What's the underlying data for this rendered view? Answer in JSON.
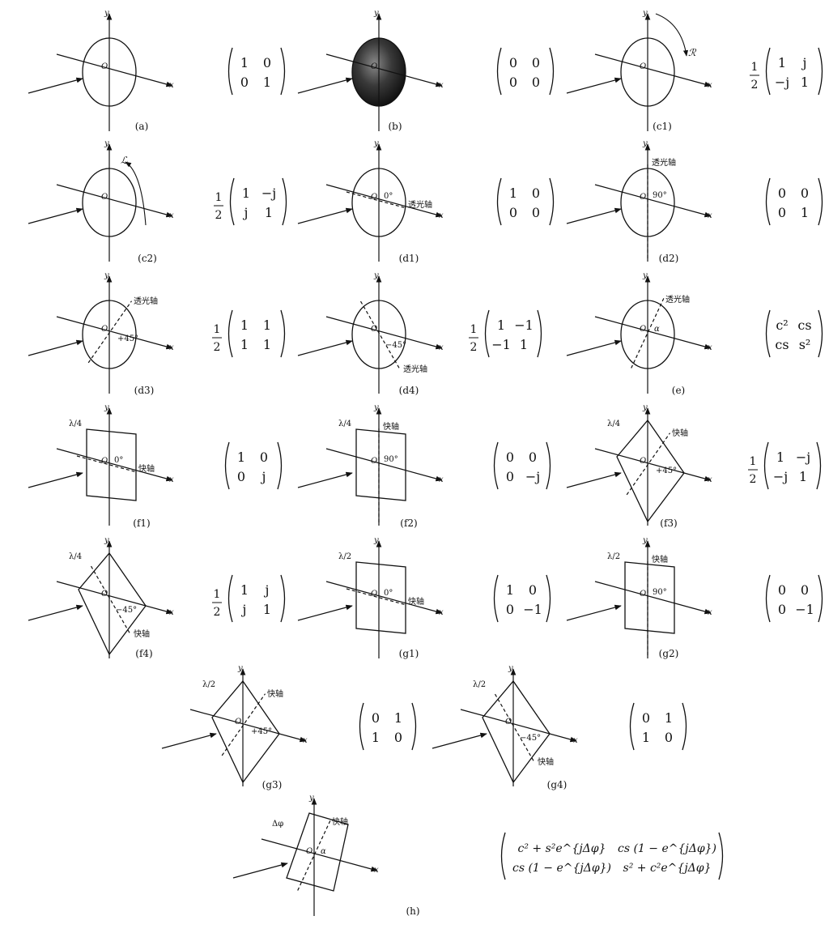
{
  "axis_labels": {
    "x": "x",
    "y": "y",
    "origin": "O"
  },
  "transmission_axis": "透光轴",
  "fast_axis": "快轴",
  "angles": {
    "zero": "0°",
    "ninety": "90°",
    "plus45": "+45°",
    "minus45": "−45°",
    "alpha": "α"
  },
  "rotation_labels": {
    "right": "ℛ",
    "left": "ℒ"
  },
  "plate_labels": {
    "quarter": "λ/4",
    "half": "λ/2",
    "general": "Δφ"
  },
  "half_prefix": {
    "num": "1",
    "den": "2"
  },
  "panels": [
    {
      "id": "a",
      "caption": "(a)",
      "element": "empty",
      "matrix": [
        [
          "1",
          "0"
        ],
        [
          "0",
          "1"
        ]
      ]
    },
    {
      "id": "b",
      "caption": "(b)",
      "element": "opaque",
      "matrix": [
        [
          "0",
          "0"
        ],
        [
          "0",
          "0"
        ]
      ]
    },
    {
      "id": "c1",
      "caption": "(c1)",
      "element": "circular-right",
      "half": true,
      "matrix": [
        [
          "1",
          "j"
        ],
        [
          "−j",
          "1"
        ]
      ]
    },
    {
      "id": "c2",
      "caption": "(c2)",
      "element": "circular-left",
      "half": true,
      "matrix": [
        [
          "1",
          "−j"
        ],
        [
          "j",
          "1"
        ]
      ]
    },
    {
      "id": "d1",
      "caption": "(d1)",
      "element": "linear-0",
      "matrix": [
        [
          "1",
          "0"
        ],
        [
          "0",
          "0"
        ]
      ]
    },
    {
      "id": "d2",
      "caption": "(d2)",
      "element": "linear-90",
      "matrix": [
        [
          "0",
          "0"
        ],
        [
          "0",
          "1"
        ]
      ]
    },
    {
      "id": "d3",
      "caption": "(d3)",
      "element": "linear-plus45",
      "half": true,
      "matrix": [
        [
          "1",
          "1"
        ],
        [
          "1",
          "1"
        ]
      ]
    },
    {
      "id": "d4",
      "caption": "(d4)",
      "element": "linear-minus45",
      "half": true,
      "matrix": [
        [
          "1",
          "−1"
        ],
        [
          "−1",
          "1"
        ]
      ]
    },
    {
      "id": "e",
      "caption": "(e)",
      "element": "linear-alpha",
      "matrix": [
        [
          "c²",
          "cs"
        ],
        [
          "cs",
          "s²"
        ]
      ]
    },
    {
      "id": "f1",
      "caption": "(f1)",
      "element": "quarter-wave-0",
      "matrix": [
        [
          "1",
          "0"
        ],
        [
          "0",
          "j"
        ]
      ]
    },
    {
      "id": "f2",
      "caption": "(f2)",
      "element": "quarter-wave-90",
      "matrix": [
        [
          "0",
          "0"
        ],
        [
          "0",
          "−j"
        ]
      ]
    },
    {
      "id": "f3",
      "caption": "(f3)",
      "element": "quarter-wave-plus45",
      "half": true,
      "matrix": [
        [
          "1",
          "−j"
        ],
        [
          "−j",
          "1"
        ]
      ]
    },
    {
      "id": "f4",
      "caption": "(f4)",
      "element": "quarter-wave-minus45",
      "half": true,
      "matrix": [
        [
          "1",
          "j"
        ],
        [
          "j",
          "1"
        ]
      ]
    },
    {
      "id": "g1",
      "caption": "(g1)",
      "element": "half-wave-0",
      "matrix": [
        [
          "1",
          "0"
        ],
        [
          "0",
          "−1"
        ]
      ]
    },
    {
      "id": "g2",
      "caption": "(g2)",
      "element": "half-wave-90",
      "matrix": [
        [
          "0",
          "0"
        ],
        [
          "0",
          "−1"
        ]
      ]
    },
    {
      "id": "g3",
      "caption": "(g3)",
      "element": "half-wave-plus45",
      "matrix": [
        [
          "0",
          "1"
        ],
        [
          "1",
          "0"
        ]
      ]
    },
    {
      "id": "g4",
      "caption": "(g4)",
      "element": "half-wave-minus45",
      "matrix": [
        [
          "0",
          "1"
        ],
        [
          "1",
          "0"
        ]
      ]
    },
    {
      "id": "h",
      "caption": "(h)",
      "element": "retarder-alpha",
      "matrix": [
        [
          "c² + s²e^{jΔφ}",
          "cs (1 − e^{jΔφ})"
        ],
        [
          "cs (1 − e^{jΔφ})",
          "s² + c²e^{jΔφ}"
        ]
      ]
    }
  ]
}
